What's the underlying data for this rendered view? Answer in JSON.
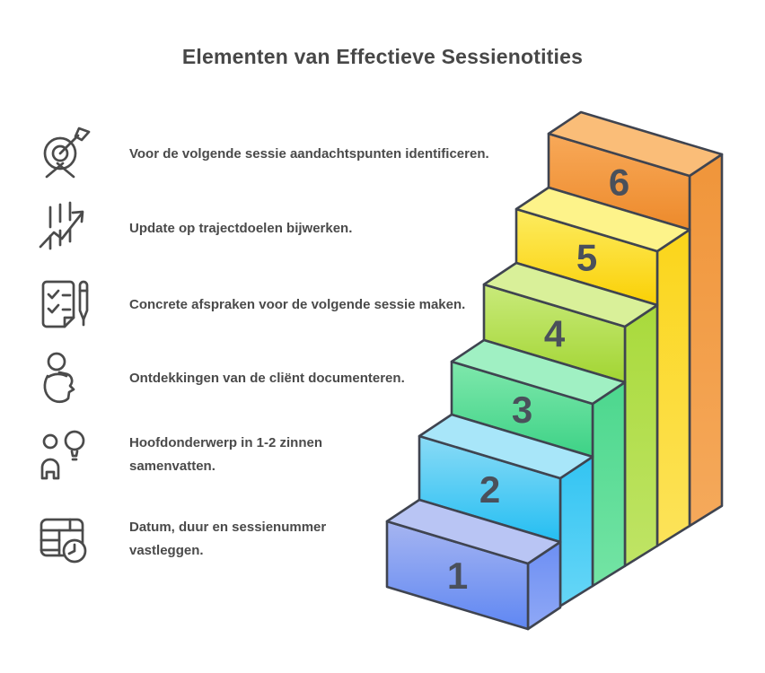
{
  "title": "Elementen van Effectieve Sessienotities",
  "items": [
    {
      "icon": "target-icon",
      "text": "Voor de volgende sessie aandachtspunten identificeren."
    },
    {
      "icon": "trend-chart-icon",
      "text": "Update op trajectdoelen bijwerken."
    },
    {
      "icon": "checklist-pen-icon",
      "text": "Concrete afspraken voor de volgende sessie maken."
    },
    {
      "icon": "mind-person-icon",
      "text": "Ontdekkingen van de cliënt documenteren."
    },
    {
      "icon": "person-idea-icon",
      "text": "Hoofdonderwerp in 1-2 zinnen samenvatten."
    },
    {
      "icon": "calendar-clock-icon",
      "text": "Datum, duur en sessienummer vastleggen."
    }
  ],
  "staircase": {
    "outline_color": "#3f4450",
    "number_color": "#4a505b",
    "steps": [
      {
        "number": "1",
        "front_top": "#a6b5f1",
        "front_bottom": "#5f87f3",
        "top": "#b9c5f4",
        "side_top": "#6d8ff3",
        "side_bottom": "#8fa8f6"
      },
      {
        "number": "2",
        "front_top": "#8adbf6",
        "front_bottom": "#24bef2",
        "top": "#a8e6f9",
        "side_top": "#33c4f2",
        "side_bottom": "#66d6f7"
      },
      {
        "number": "3",
        "front_top": "#7fe8ac",
        "front_bottom": "#3dd286",
        "top": "#a0f0c3",
        "side_top": "#4cd78e",
        "side_bottom": "#74e4a4"
      },
      {
        "number": "4",
        "front_top": "#c9ea7b",
        "front_bottom": "#a2d532",
        "top": "#d9f099",
        "side_top": "#a9da3c",
        "side_bottom": "#bfe465"
      },
      {
        "number": "5",
        "front_top": "#fdec61",
        "front_bottom": "#fad005",
        "top": "#fdf38a",
        "side_top": "#fbd51a",
        "side_bottom": "#fce35a"
      },
      {
        "number": "6",
        "front_top": "#f8a959",
        "front_bottom": "#ed8a2b",
        "top": "#fabd78",
        "side_top": "#f0953a",
        "side_bottom": "#f5a95b"
      }
    ]
  },
  "colors": {
    "background": "#ffffff",
    "text": "#4a4a4a",
    "title": "#474747"
  }
}
